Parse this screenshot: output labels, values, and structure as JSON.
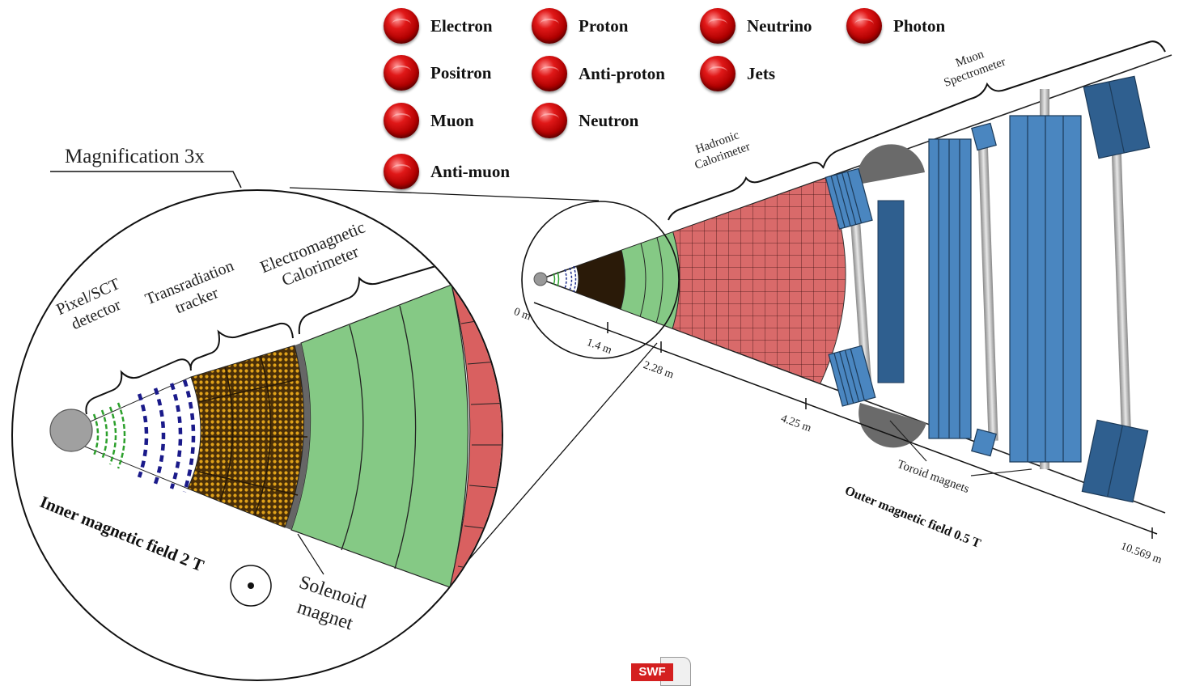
{
  "particles": [
    {
      "label": "Electron"
    },
    {
      "label": "Proton"
    },
    {
      "label": "Neutrino"
    },
    {
      "label": "Photon"
    },
    {
      "label": "Positron"
    },
    {
      "label": "Anti-proton"
    },
    {
      "label": "Jets"
    },
    {
      "label": "Muon"
    },
    {
      "label": "Neutron"
    },
    {
      "label": "Anti-muon"
    }
  ],
  "magnification": {
    "label": "Magnification 3x"
  },
  "inner_labels": {
    "pixel_line1": "Pixel/SCT",
    "pixel_line2": "detector",
    "trt_line1": "Transradiation",
    "trt_line2": "tracker",
    "em_line1": "Electromagnetic",
    "em_line2": "Calorimeter",
    "solenoid_line1": "Solenoid",
    "solenoid_line2": "magnet",
    "inner_field": "Inner magnetic field 2 T"
  },
  "outer_labels": {
    "hadronic_line1": "Hadronic",
    "hadronic_line2": "Calorimeter",
    "muon_line1": "Muon",
    "muon_line2": "Spectrometer",
    "toroid": "Toroid magnets",
    "outer_field": "Outer magnetic field 0.5 T"
  },
  "scale": {
    "t0": "0 m",
    "t1": "1.4 m",
    "t2": "2.28 m",
    "t3": "4.25 m",
    "t4": "10.569 m"
  },
  "swf_badge": "SWF",
  "colors": {
    "particle_red": "#c00000",
    "em_green": "#85c985",
    "hadronic_red": "#d86060",
    "trt_brown": "#6b4612",
    "muon_blue": "#4a86c0",
    "muon_dark_blue": "#2f5f8f",
    "toroid_gray": "#777777"
  }
}
